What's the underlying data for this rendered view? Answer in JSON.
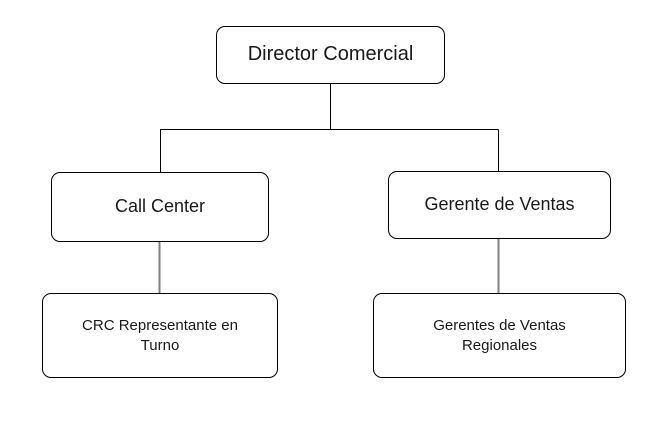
{
  "chart_data": {
    "type": "diagram",
    "diagram_kind": "organizational-chart",
    "orientation": "top-down",
    "title": "",
    "background_color": "#ffffff",
    "node_fill_color": "#ffffff",
    "node_border_color": "#000000",
    "text_color": "#1a1a1a",
    "connector_colors": {
      "level1_to_level2": "#000000",
      "level2_to_level3": "#808080"
    },
    "nodes": [
      {
        "id": "director",
        "label": "Director Comercial",
        "level": 1,
        "parent": null
      },
      {
        "id": "call_center",
        "label": "Call Center",
        "level": 2,
        "parent": "director"
      },
      {
        "id": "gerente_ventas",
        "label": "Gerente de Ventas",
        "level": 2,
        "parent": "director"
      },
      {
        "id": "crc_representante",
        "label": "CRC Representante en\nTurno",
        "level": 3,
        "parent": "call_center"
      },
      {
        "id": "gerentes_regionales",
        "label": "Gerentes de Ventas\nRegionales",
        "level": 3,
        "parent": "gerente_ventas"
      }
    ],
    "edges": [
      {
        "from": "director",
        "to": "call_center"
      },
      {
        "from": "director",
        "to": "gerente_ventas"
      },
      {
        "from": "call_center",
        "to": "crc_representante"
      },
      {
        "from": "gerente_ventas",
        "to": "gerentes_regionales"
      }
    ]
  },
  "nodes": {
    "director": {
      "label": "Director Comercial"
    },
    "call_center": {
      "label": "Call Center"
    },
    "gerente_ventas": {
      "label": "Gerente de Ventas"
    },
    "crc_representante": {
      "label": "CRC Representante en\nTurno"
    },
    "gerentes_regionales": {
      "label": "Gerentes de Ventas\nRegionales"
    }
  }
}
